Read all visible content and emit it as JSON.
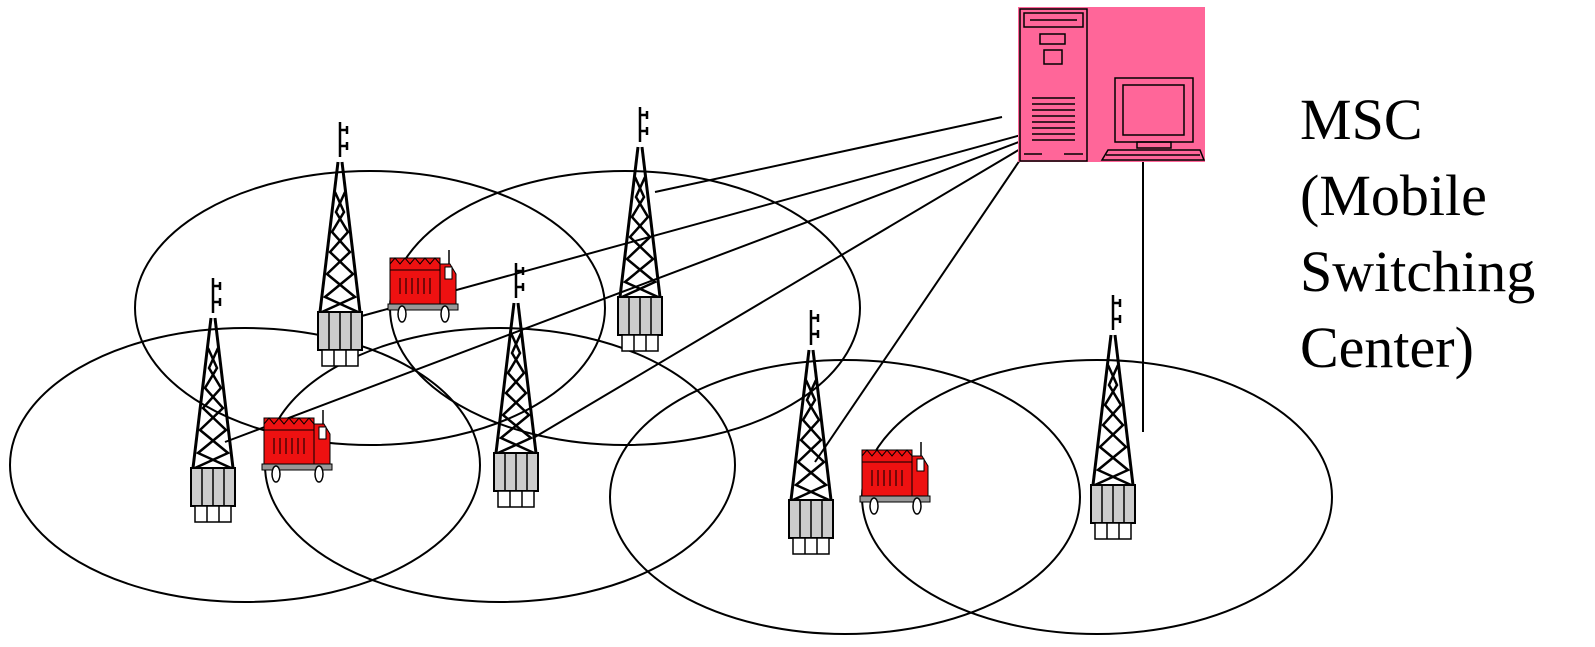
{
  "diagram": {
    "msc_label_lines": [
      "MSC",
      "(Mobile",
      "Switching",
      "Center)"
    ]
  },
  "colors": {
    "msc_fill": "#ff6699",
    "truck_red": "#ee1111",
    "tower_box": "#cccccc",
    "line": "#000000"
  },
  "icons": [
    "tower-icon",
    "fire-truck-icon",
    "server-icon",
    "monitor-icon",
    "keyboard-icon"
  ]
}
